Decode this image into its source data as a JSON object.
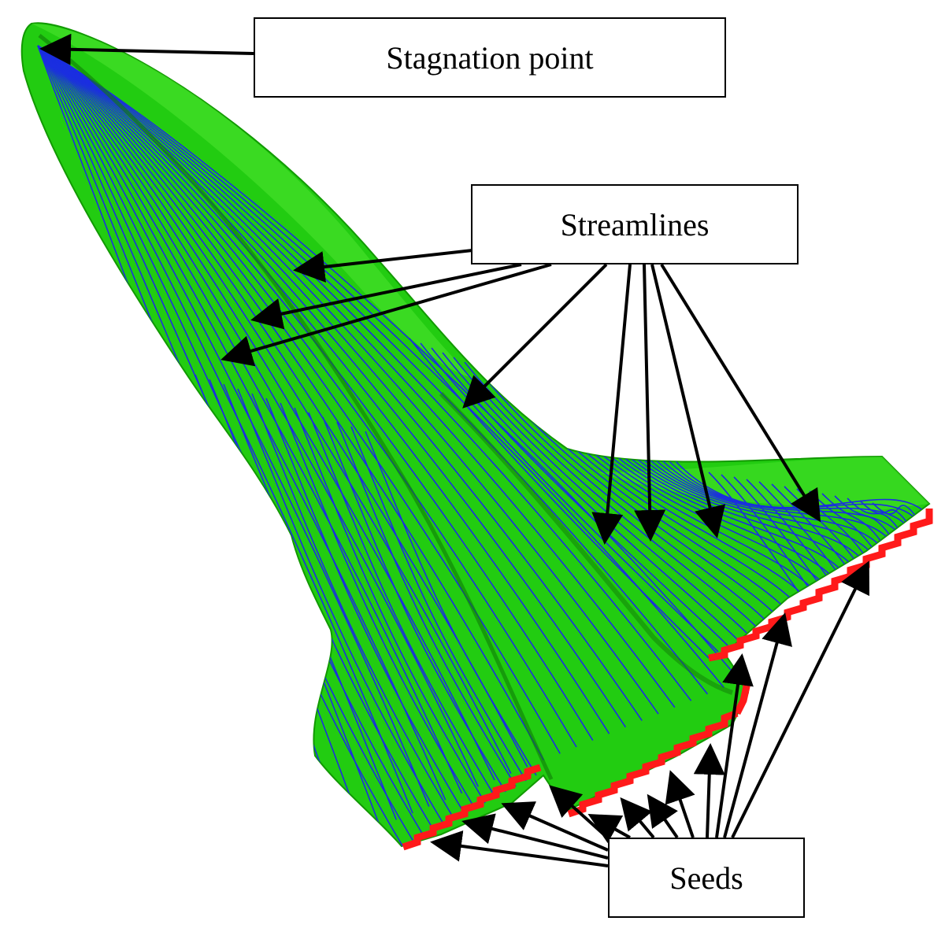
{
  "labels": {
    "stagnation": "Stagnation point",
    "streamlines": "Streamlines",
    "seeds": "Seeds"
  },
  "colors": {
    "surface": "#22cc11",
    "surface_light": "#44e02a",
    "streamline": "#1a2ee0",
    "seed": "#ff1a1a",
    "arrow": "#000000",
    "box_border": "#000000"
  }
}
